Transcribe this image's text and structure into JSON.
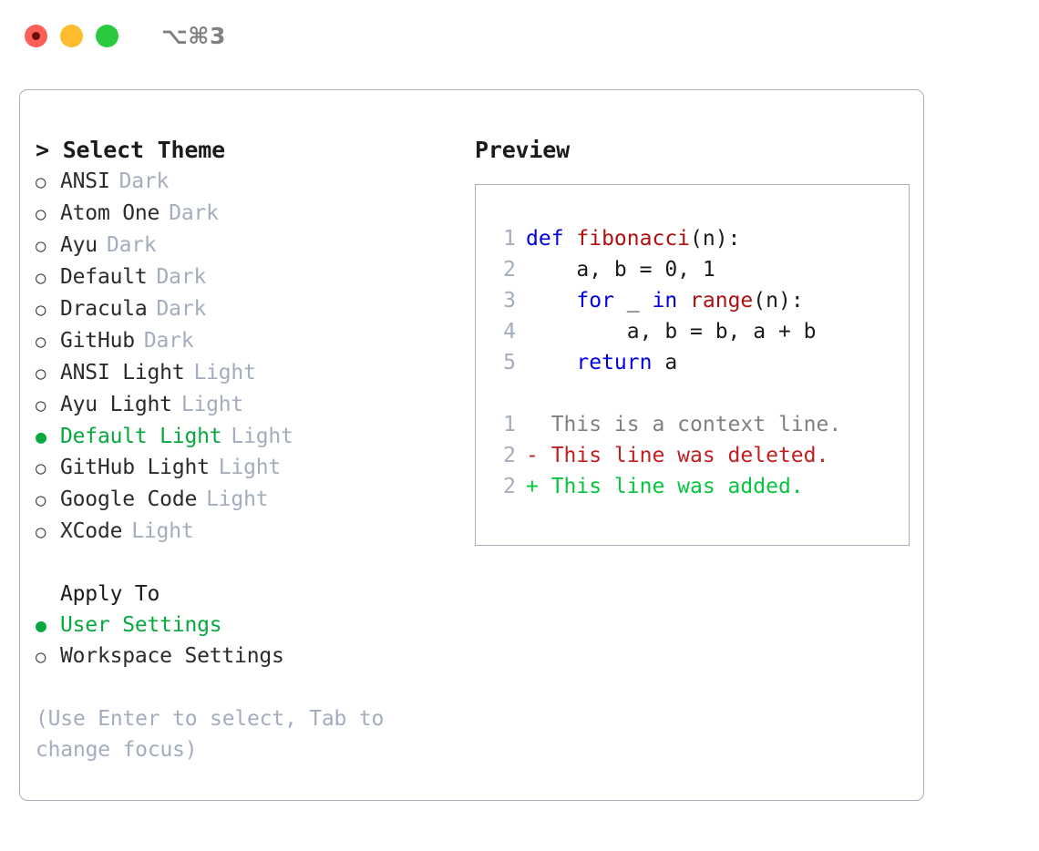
{
  "titlebar": {
    "shortcut": "⌥⌘3",
    "buttons": [
      "close",
      "minimize",
      "maximize"
    ]
  },
  "theme_selector": {
    "heading": "> Select Theme",
    "marker_selected": "●",
    "marker_unselected": "○",
    "options": [
      {
        "label": "ANSI",
        "tag": "Dark",
        "selected": false
      },
      {
        "label": "Atom One",
        "tag": "Dark",
        "selected": false
      },
      {
        "label": "Ayu",
        "tag": "Dark",
        "selected": false
      },
      {
        "label": "Default",
        "tag": "Dark",
        "selected": false
      },
      {
        "label": "Dracula",
        "tag": "Dark",
        "selected": false
      },
      {
        "label": "GitHub",
        "tag": "Dark",
        "selected": false
      },
      {
        "label": "ANSI Light",
        "tag": "Light",
        "selected": false
      },
      {
        "label": "Ayu Light",
        "tag": "Light",
        "selected": false
      },
      {
        "label": "Default Light",
        "tag": "Light",
        "selected": true
      },
      {
        "label": "GitHub Light",
        "tag": "Light",
        "selected": false
      },
      {
        "label": "Google Code",
        "tag": "Light",
        "selected": false
      },
      {
        "label": "XCode",
        "tag": "Light",
        "selected": false
      }
    ]
  },
  "apply_to": {
    "heading": "Apply To",
    "options": [
      {
        "label": "User Settings",
        "selected": true
      },
      {
        "label": "Workspace Settings",
        "selected": false
      }
    ]
  },
  "hint": "(Use Enter to select, Tab to change focus)",
  "preview": {
    "title": "Preview",
    "code_lines": [
      {
        "no": "1",
        "tokens": [
          {
            "t": "def ",
            "c": "kw"
          },
          {
            "t": "fibonacci",
            "c": "fn"
          },
          {
            "t": "(n):",
            "c": "plain"
          }
        ]
      },
      {
        "no": "2",
        "tokens": [
          {
            "t": "    a, b = 0, 1",
            "c": "plain"
          }
        ]
      },
      {
        "no": "3",
        "tokens": [
          {
            "t": "    ",
            "c": "plain"
          },
          {
            "t": "for ",
            "c": "kw"
          },
          {
            "t": "_ ",
            "c": "plain"
          },
          {
            "t": "in ",
            "c": "kw"
          },
          {
            "t": "range",
            "c": "fn"
          },
          {
            "t": "(n):",
            "c": "plain"
          }
        ]
      },
      {
        "no": "4",
        "tokens": [
          {
            "t": "        a, b = b, a + b",
            "c": "plain"
          }
        ]
      },
      {
        "no": "5",
        "tokens": [
          {
            "t": "    ",
            "c": "plain"
          },
          {
            "t": "return ",
            "c": "kw"
          },
          {
            "t": "a",
            "c": "plain"
          }
        ]
      }
    ],
    "diff_lines": [
      {
        "no": "1",
        "tokens": [
          {
            "t": "  This is a context line.",
            "c": "ctx"
          }
        ]
      },
      {
        "no": "2",
        "tokens": [
          {
            "t": "- This line was deleted.",
            "c": "del"
          }
        ]
      },
      {
        "no": "2",
        "tokens": [
          {
            "t": "+ This line was added.",
            "c": "add"
          }
        ]
      }
    ]
  },
  "colors": {
    "accent_green": "#07a83e",
    "muted": "#a3adbd",
    "keyword_blue": "#0000e0",
    "function_red": "#b01010",
    "diff_add": "#07c53c",
    "diff_del": "#c22020",
    "border": "#a8b0bd"
  }
}
